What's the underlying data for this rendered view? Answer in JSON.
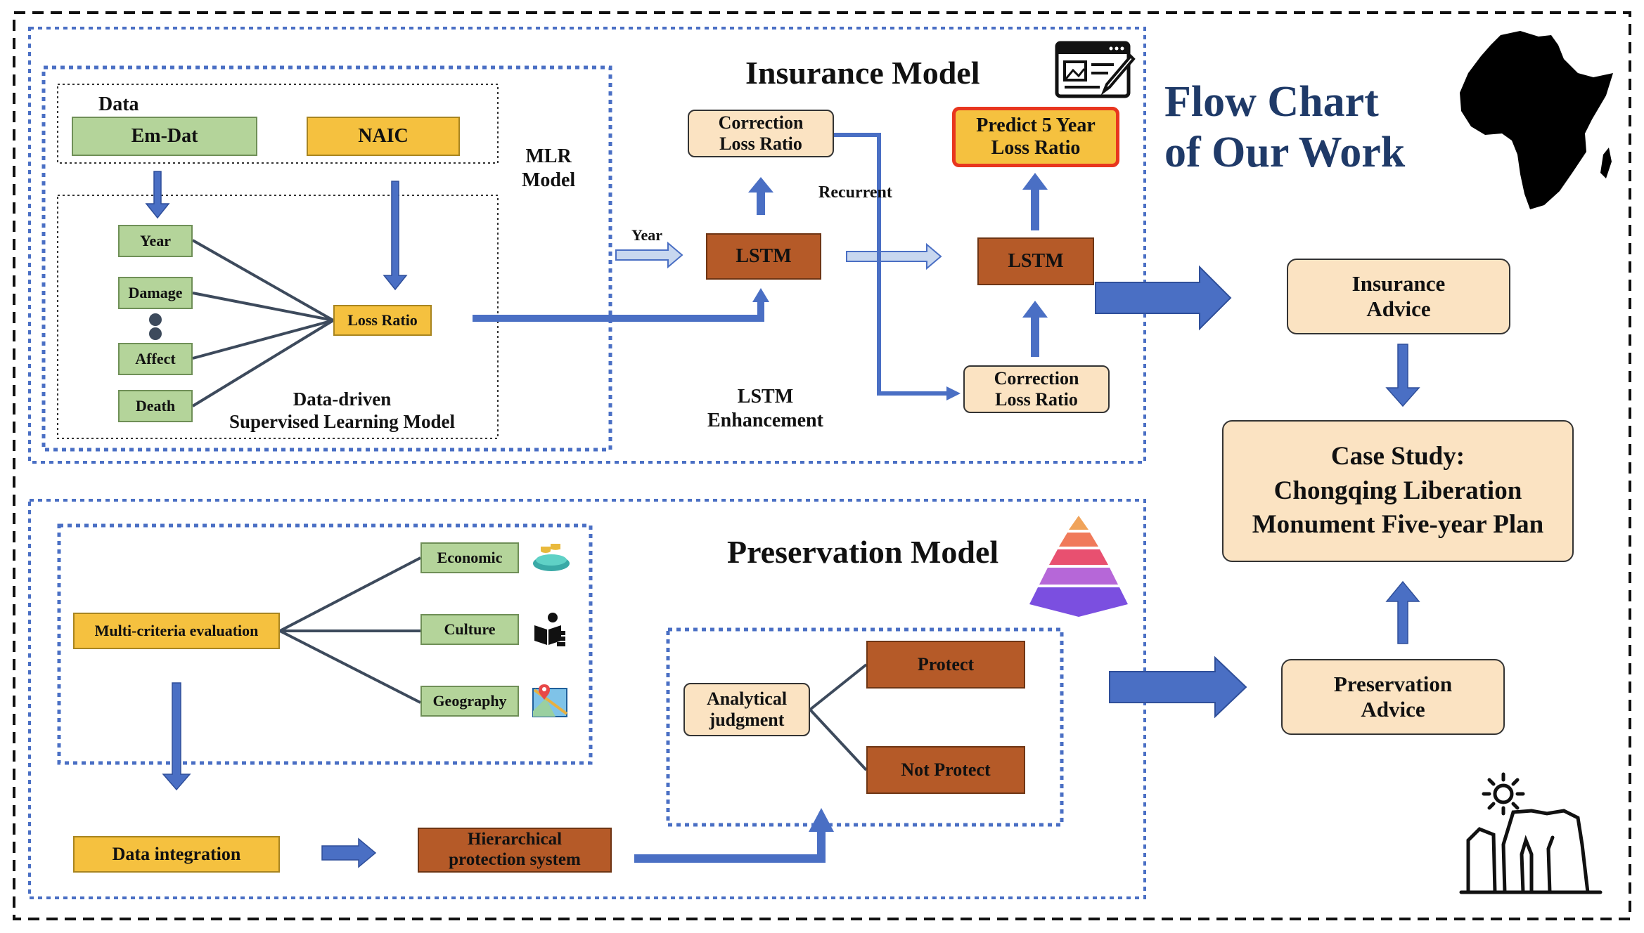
{
  "title": {
    "line1": "Flow Chart",
    "line2": "of Our Work"
  },
  "insurance": {
    "heading": "Insurance Model",
    "data_label": "Data",
    "em_dat": "Em-Dat",
    "naic": "NAIC",
    "mlr": {
      "line1": "MLR",
      "line2": "Model"
    },
    "year": "Year",
    "damage": "Damage",
    "affect": "Affect",
    "death": "Death",
    "loss_ratio": "Loss Ratio",
    "supervised": {
      "line1": "Data-driven",
      "line2": "Supervised Learning Model"
    },
    "year_arrow": "Year",
    "lstm1": "LSTM",
    "correction1": {
      "line1": "Correction",
      "line2": "Loss Ratio"
    },
    "recurrent": "Recurrent",
    "lstm2": "LSTM",
    "predict": {
      "line1": "Predict 5 Year",
      "line2": "Loss Ratio"
    },
    "correction2": {
      "line1": "Correction",
      "line2": "Loss Ratio"
    },
    "enhancement": {
      "line1": "LSTM",
      "line2": "Enhancement"
    }
  },
  "preservation": {
    "heading": "Preservation Model",
    "multi": "Multi-criteria evaluation",
    "economic": "Economic",
    "culture": "Culture",
    "geography": "Geography",
    "data_integration": "Data integration",
    "hierarchical": {
      "line1": "Hierarchical",
      "line2": "protection system"
    },
    "analytical": {
      "line1": "Analytical",
      "line2": "judgment"
    },
    "protect": "Protect",
    "not_protect": "Not Protect"
  },
  "right": {
    "insurance_advice": {
      "line1": "Insurance",
      "line2": "Advice"
    },
    "case_study": {
      "line1": "Case Study:",
      "line2": "Chongqing Liberation",
      "line3": "Monument Five-year Plan"
    },
    "preservation_advice": {
      "line1": "Preservation",
      "line2": "Advice"
    }
  },
  "colors": {
    "arrow": "#4a6fc4",
    "green": "#b4d49a",
    "yellow": "#f5c13f",
    "brown": "#b55a28",
    "cream": "#fbe3c2",
    "title": "#1f3a68",
    "frame": "#4a6fc4"
  },
  "icons": [
    "document-edit-icon",
    "africa-map-icon",
    "pyramid-icon",
    "economic-icon",
    "culture-icon",
    "geography-icon",
    "monument-icon"
  ]
}
